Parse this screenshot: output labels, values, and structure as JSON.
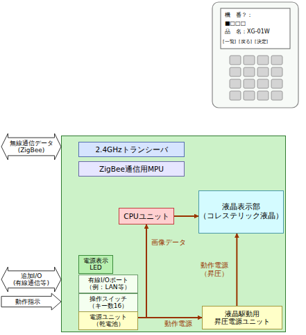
{
  "diagram": {
    "nodes": [
      {
        "text": [
          "無線通信データ (ZigBee)"
        ]
      },
      {
        "text": [
          "追加I/O (有線通信等)"
        ]
      },
      {
        "text": [
          "動作指示"
        ]
      },
      {
        "text": []
      },
      {
        "text": [
          "2.4GHzトランシーバ"
        ],
        "in": 3
      },
      {
        "text": [
          "ZigBee通信用MPU"
        ],
        "in": 3
      },
      {
        "text": [
          "CPUユニット"
        ],
        "in": 3
      },
      {
        "text": [
          "液晶表示部 （コレステリック液晶）"
        ],
        "in": 3
      },
      {
        "text": [
          "電源表示 LED"
        ],
        "in": 3
      },
      {
        "text": [
          "有線I/Oポート （例：LAN等）"
        ],
        "in": 3
      },
      {
        "text": [
          "操作スイッチ （キー数16）"
        ],
        "in": 3
      },
      {
        "text": [
          "電源ユニット （乾電池）"
        ],
        "in": 3
      },
      {
        "text": [
          "液晶駆動用 昇圧電源ユニット"
        ],
        "in": 3
      }
    ],
    "edges": [
      {
        "from": 11,
        "to": 6,
        "arrow": "to"
      },
      {
        "from": 11,
        "to": 12,
        "arrow": "to",
        "label": "動作電源"
      },
      {
        "from": 12,
        "to": 7,
        "arrow": "to",
        "label": "動作電源 （昇圧）"
      },
      {
        "from": 6,
        "to": 7,
        "arrow": "to",
        "label": "画像データ"
      }
    ],
    "labels": [
      "機　番？：",
      "■□□□",
      "品　名：XG-01W",
      "[一覧]",
      "[戻る]",
      "[決定]"
    ]
  }
}
